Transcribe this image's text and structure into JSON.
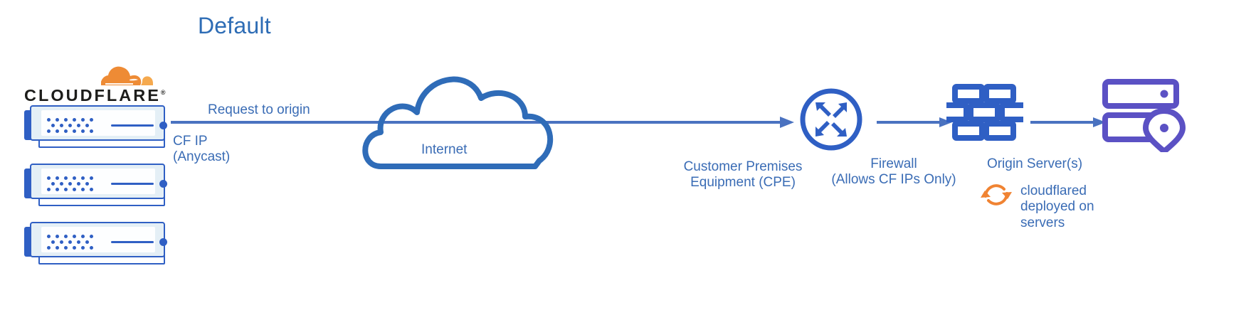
{
  "diagram": {
    "title": "Default",
    "theme": {
      "blue": "#2f5fc4",
      "label_blue": "#3a6cb5",
      "title_blue": "#2d6cb5",
      "purple": "#5b51c4",
      "orange": "#f08332",
      "logo_dark": "#1d1d1b",
      "server_fill": "#e4eff6",
      "background": "#ffffff"
    },
    "brand": {
      "name": "CLOUDFLARE",
      "registered_mark": "®",
      "logo_icon": "cloudflare-cloud-icon"
    },
    "servers": {
      "count": 3,
      "icon": "server-rack-unit-icon"
    },
    "flow_labels": {
      "request": "Request to origin",
      "cf_ip_line1": "CF IP",
      "cf_ip_line2": "(Anycast)"
    },
    "nodes": [
      {
        "id": "internet",
        "icon": "internet-cloud-icon",
        "label": "Internet"
      },
      {
        "id": "cpe",
        "icon": "router-icon",
        "label_line1": "Customer Premises",
        "label_line2": "Equipment (CPE)"
      },
      {
        "id": "firewall",
        "icon": "firewall-brick-wall-icon",
        "label_line1": "Firewall",
        "label_line2": "(Allows CF IPs Only)"
      },
      {
        "id": "origin",
        "icon": "origin-server-pin-icon",
        "label": "Origin Server(s)"
      }
    ],
    "cloudflared": {
      "icon": "sync-arrows-icon",
      "line1": "cloudflared",
      "line2": "deployed on",
      "line3": "servers"
    }
  }
}
